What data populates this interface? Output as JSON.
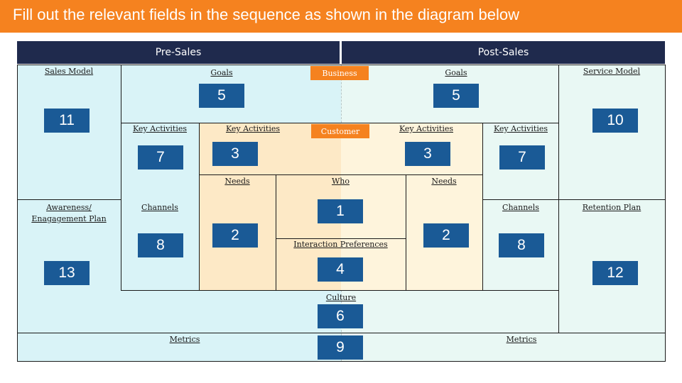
{
  "header": {
    "title": "Fill out the relevant fields in the sequence as shown in the diagram below"
  },
  "columns": {
    "pre_sales": "Pre-Sales",
    "post_sales": "Post-Sales"
  },
  "tags": {
    "business": "Business",
    "customer": "Customer"
  },
  "labels": {
    "sales_model": "Sales Model",
    "service_model": "Service Model",
    "goals_left": "Goals",
    "goals_right": "Goals",
    "key_activities_outer_left": "Key Activities",
    "key_activities_inner_left": "Key Activities",
    "key_activities_inner_right": "Key Activities",
    "key_activities_outer_right": "Key Activities",
    "needs_left": "Needs",
    "who": "Who",
    "needs_right": "Needs",
    "awareness_line1": "Awareness/",
    "awareness_line2": "Enagagement Plan",
    "channels_left": "Channels",
    "interaction_preferences": "Interaction Preferences",
    "channels_right": "Channels",
    "retention_plan": "Retention Plan",
    "culture": "Culture",
    "metrics_left": "Metrics",
    "metrics_right": "Metrics"
  },
  "steps": {
    "sales_model": "11",
    "goals_left": "5",
    "goals_right": "5",
    "service_model": "10",
    "key_activities_outer_left": "7",
    "key_activities_inner_left": "3",
    "key_activities_inner_right": "3",
    "key_activities_outer_right": "7",
    "who": "1",
    "needs_left": "2",
    "needs_right": "2",
    "channels_left": "8",
    "channels_right": "8",
    "interaction_preferences": "4",
    "awareness": "13",
    "retention_plan": "12",
    "culture": "6",
    "metrics": "9"
  },
  "colors": {
    "accent_orange": "#f5821f",
    "header_navy": "#1f2a4d",
    "step_box_blue": "#1a5a96",
    "pre_sales_bg": "#d9f3f7",
    "post_sales_bg": "#e9f8f4",
    "customer_left_bg": "#fde9c6",
    "customer_right_bg": "#fef4dc"
  }
}
